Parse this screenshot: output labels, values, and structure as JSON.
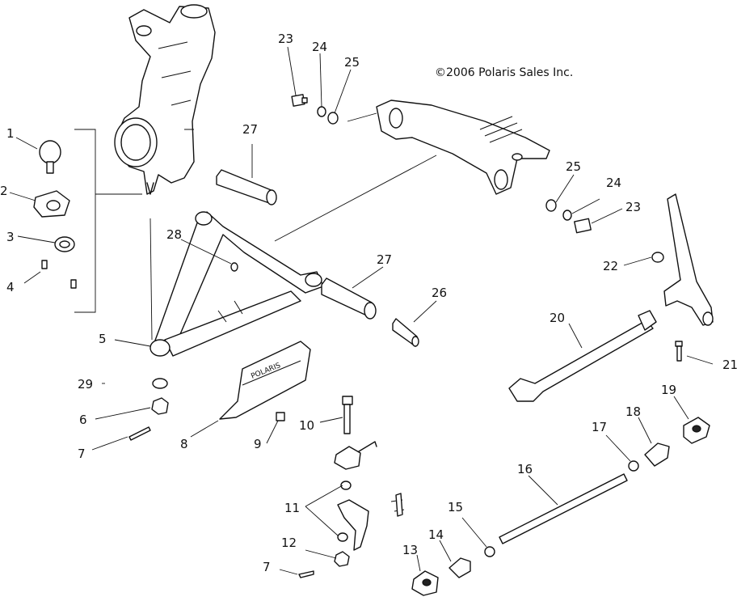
{
  "copyright": "©2006 Polaris Sales Inc.",
  "bracket_text": "POLARIS",
  "callouts": [
    {
      "id": "c1",
      "label": "1"
    },
    {
      "id": "c2",
      "label": "2"
    },
    {
      "id": "c3",
      "label": "3"
    },
    {
      "id": "c4",
      "label": "4"
    },
    {
      "id": "c5",
      "label": "5"
    },
    {
      "id": "c6",
      "label": "6"
    },
    {
      "id": "c7a",
      "label": "7"
    },
    {
      "id": "c7b",
      "label": "7"
    },
    {
      "id": "c8",
      "label": "8"
    },
    {
      "id": "c9",
      "label": "9"
    },
    {
      "id": "c10",
      "label": "10"
    },
    {
      "id": "c11",
      "label": "11"
    },
    {
      "id": "c12",
      "label": "12"
    },
    {
      "id": "c13",
      "label": "13"
    },
    {
      "id": "c14",
      "label": "14"
    },
    {
      "id": "c15",
      "label": "15"
    },
    {
      "id": "c16",
      "label": "16"
    },
    {
      "id": "c17",
      "label": "17"
    },
    {
      "id": "c18",
      "label": "18"
    },
    {
      "id": "c19",
      "label": "19"
    },
    {
      "id": "c20",
      "label": "20"
    },
    {
      "id": "c21",
      "label": "21"
    },
    {
      "id": "c22",
      "label": "22"
    },
    {
      "id": "c23a",
      "label": "23"
    },
    {
      "id": "c23b",
      "label": "23"
    },
    {
      "id": "c24a",
      "label": "24"
    },
    {
      "id": "c24b",
      "label": "24"
    },
    {
      "id": "c25a",
      "label": "25"
    },
    {
      "id": "c25b",
      "label": "25"
    },
    {
      "id": "c26",
      "label": "26"
    },
    {
      "id": "c27a",
      "label": "27"
    },
    {
      "id": "c27b",
      "label": "27"
    },
    {
      "id": "c28",
      "label": "28"
    },
    {
      "id": "c29",
      "label": "29"
    }
  ]
}
